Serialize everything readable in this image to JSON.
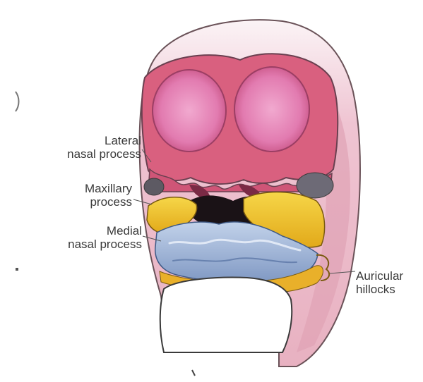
{
  "labels": {
    "lateral_nasal_process": {
      "line1": "Lateral",
      "line2": "nasal process"
    },
    "maxillary_process": {
      "line1": "Maxillary",
      "line2": "process"
    },
    "medial_nasal_process": {
      "line1": "Medial",
      "line2": "nasal process"
    },
    "auricular_hillocks": {
      "line1": "Auricular",
      "line2": "hillocks"
    }
  },
  "colors": {
    "frontonasal_pink": "#d9607f",
    "eye_region_pink": "#e889b3",
    "skin_light": "#f2dde3",
    "maxillary_yellow": "#f2c62a",
    "mandibular_blue": "#9eb3d6",
    "heart_white": "#ffffff",
    "outline": "#5a4a4a",
    "label_text": "#3a3a3a"
  },
  "icons": [
    "embryo-face-illustration"
  ]
}
